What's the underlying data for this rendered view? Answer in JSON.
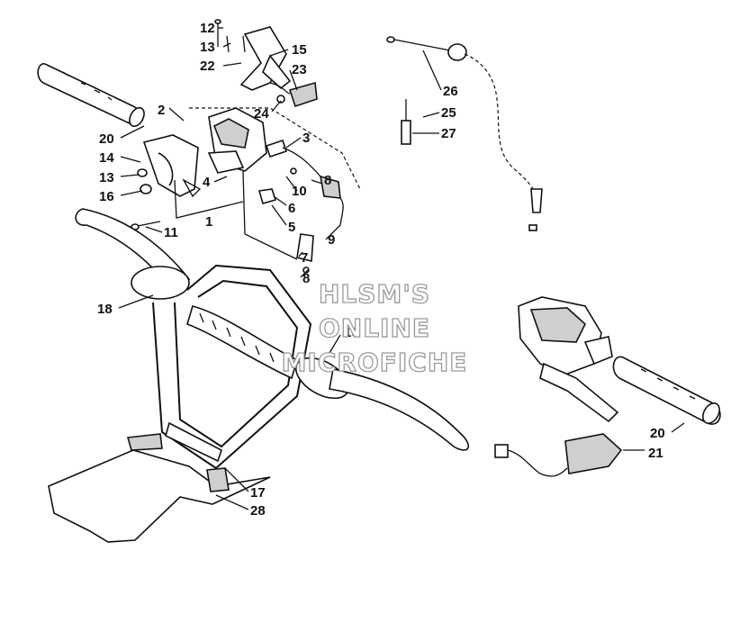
{
  "watermark": {
    "line1": "HLSM'S",
    "line2": "ONLINE",
    "line3": "MICROFICHE"
  },
  "callouts": {
    "c12": "12",
    "c13a": "13",
    "c22": "22",
    "c15": "15",
    "c23": "23",
    "c24": "24",
    "c26": "26",
    "c25": "25",
    "c27": "27",
    "c2": "2",
    "c20a": "20",
    "c14": "14",
    "c13b": "13",
    "c16": "16",
    "c11": "11",
    "c1": "1",
    "c4": "4",
    "c3": "3",
    "c10": "10",
    "c8a": "8",
    "c6": "6",
    "c5": "5",
    "c9": "9",
    "c7": "7",
    "c8b": "8",
    "c18": "18",
    "c19": "19",
    "c17": "17",
    "c28": "28",
    "c20b": "20",
    "c21": "21"
  },
  "colors": {
    "ink": "#111111",
    "shade": "#cfcfcf",
    "watermark_outline": "#9a9a9a",
    "background": "#ffffff"
  }
}
